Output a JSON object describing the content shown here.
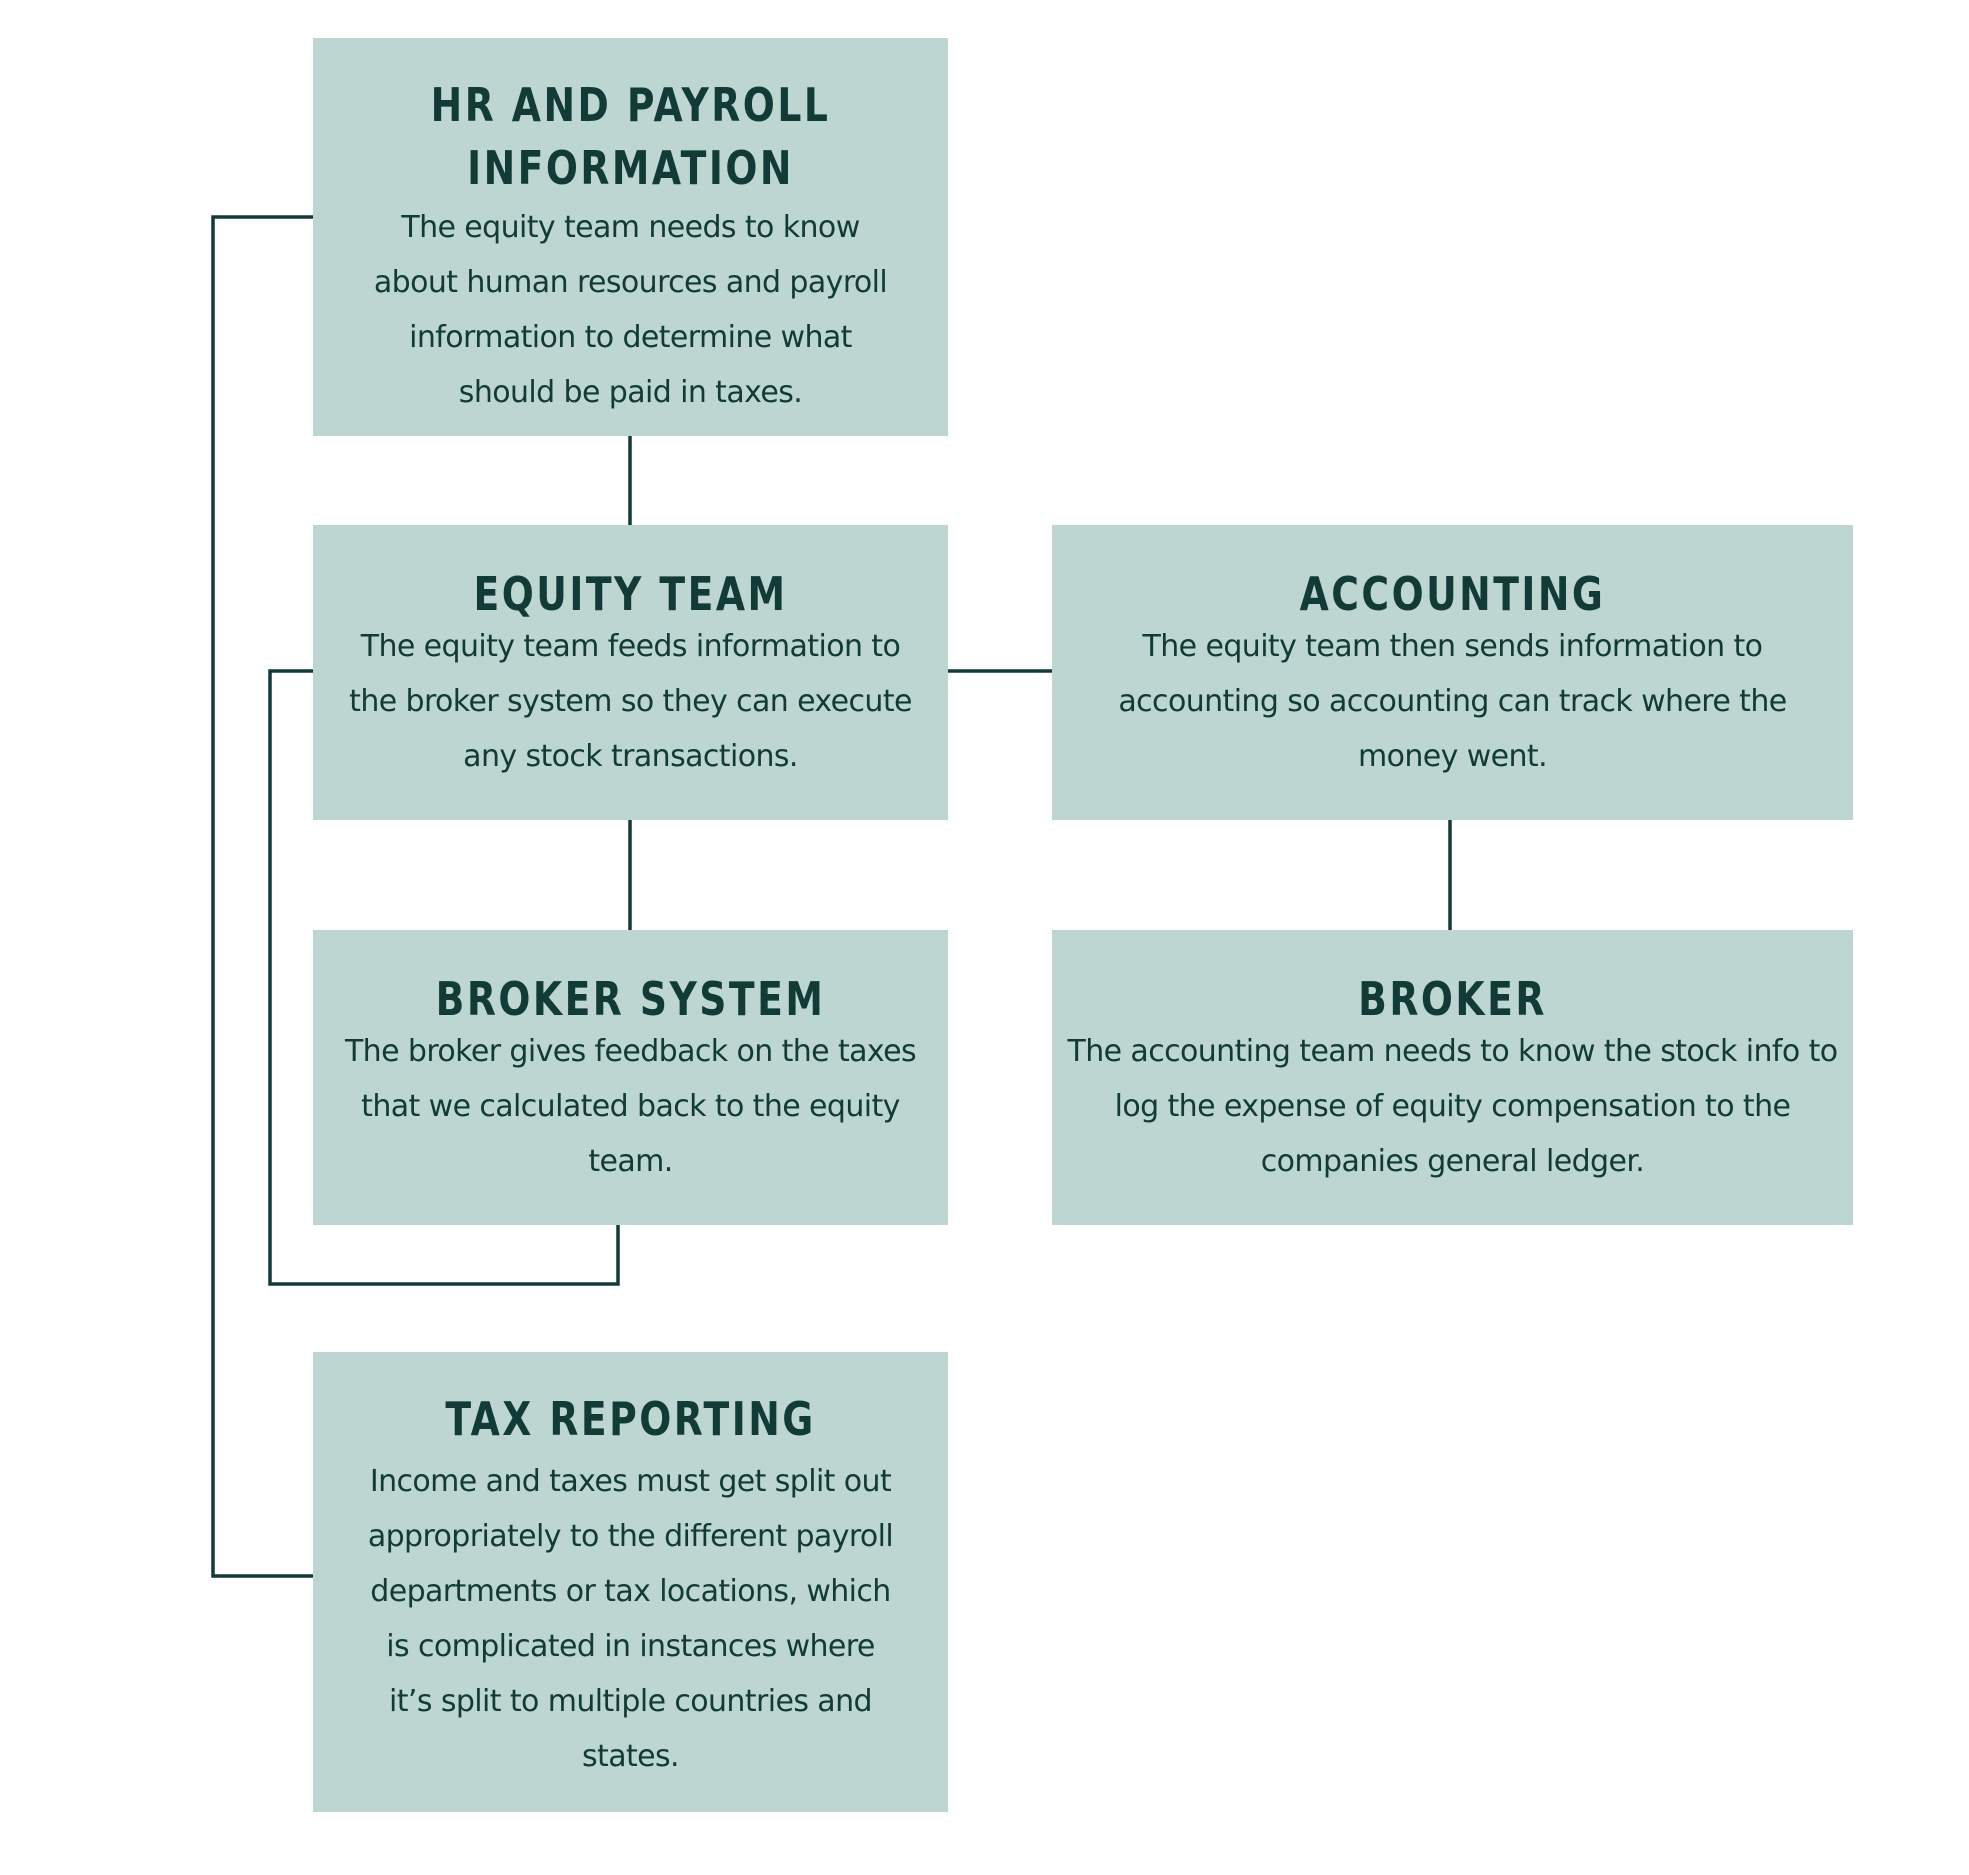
{
  "colors": {
    "box_background": "#bdd6d1",
    "ink": "#123a36",
    "page_background": "#ffffff"
  },
  "nodes": {
    "hr_payroll": {
      "title": "HR AND PAYROLL INFORMATION",
      "body": "The equity team needs to know about human resources and payroll information to determine what should be paid in taxes."
    },
    "equity_team": {
      "title": "EQUITY TEAM",
      "body": "The equity team feeds information to the broker system so they can execute any stock transactions."
    },
    "accounting": {
      "title": "ACCOUNTING",
      "body": "The equity team then sends information to accounting so accounting can track where the money went."
    },
    "broker_system": {
      "title": "BROKER SYSTEM",
      "body": "The broker gives feedback on the taxes that we calculated back to the equity team."
    },
    "broker": {
      "title": "BROKER",
      "body": "The accounting team needs to know the stock info to log the expense of equity compensation to the companies general ledger."
    },
    "tax_reporting": {
      "title": "TAX REPORTING",
      "body": "Income and taxes must get split out appropriately to the different payroll departments or tax locations, which is complicated in instances where it’s split to multiple countries and states."
    }
  },
  "edges": [
    {
      "from": "hr_payroll",
      "to": "equity_team"
    },
    {
      "from": "equity_team",
      "to": "broker_system"
    },
    {
      "from": "equity_team",
      "to": "accounting"
    },
    {
      "from": "accounting",
      "to": "broker"
    },
    {
      "from": "broker_system",
      "to": "equity_team"
    },
    {
      "from": "tax_reporting",
      "to": "hr_payroll"
    }
  ]
}
